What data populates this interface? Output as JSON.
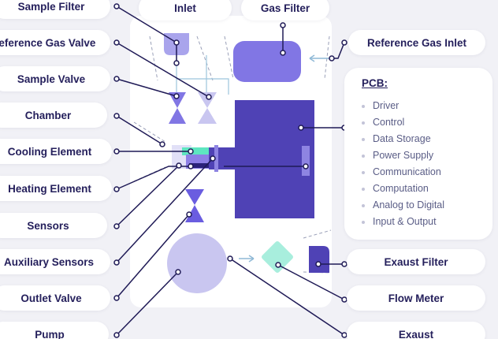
{
  "labels": {
    "sample_filter": "Sample Filter",
    "reference_gas_valve": "Reference Gas Valve",
    "sample_valve": "Sample Valve",
    "chamber": "Chamber",
    "cooling_element": "Cooling Element",
    "heating_element": "Heating Element",
    "sensors": "Sensors",
    "auxiliary_sensors": "Auxiliary Sensors",
    "outlet_valve": "Outlet Valve",
    "pump": "Pump",
    "inlet": "Inlet",
    "gas_filter": "Gas Filter",
    "reference_gas_inlet": "Reference Gas Inlet",
    "exaust_filter": "Exaust Filter",
    "flow_meter": "Flow Meter",
    "exaust": "Exaust"
  },
  "pcb": {
    "title": "PCB:",
    "items": [
      "Driver",
      "Control",
      "Data Storage",
      "Power Supply",
      "Communication",
      "Computation",
      "Analog to Digital",
      "Input & Output"
    ]
  },
  "colors": {
    "background": "#f1f1f6",
    "label_text": "#25205c",
    "pcb_board": "#4f42b5",
    "component_light": "#a9a4ec",
    "component_pale": "#c9c6f0",
    "leader_line": "#1f1a56",
    "accent_green": "#5ee6c0",
    "accent_mint": "#a8eedd"
  }
}
